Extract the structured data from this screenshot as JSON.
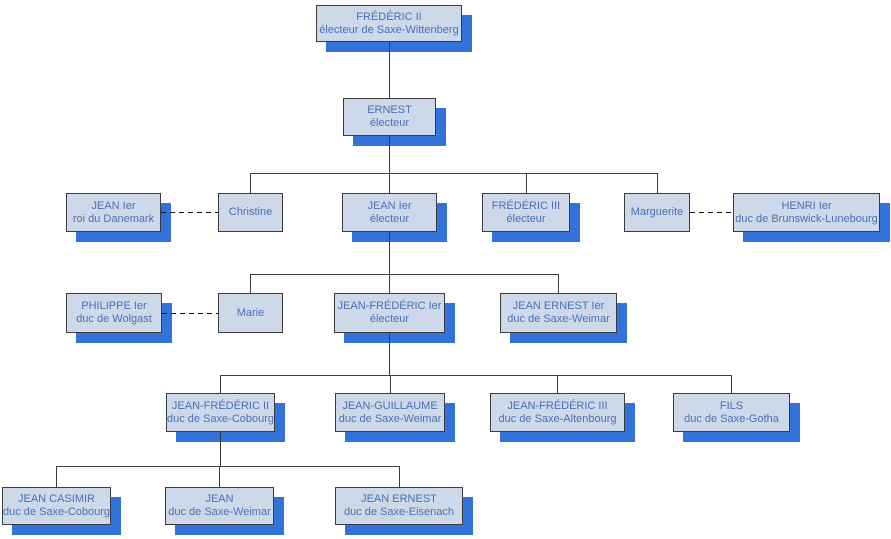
{
  "diagram": {
    "type": "family-tree",
    "language": "fr"
  },
  "colors": {
    "background": "#ffffff",
    "node_fill": "#cdd9e8",
    "node_border": "#3c3c3c",
    "node_text": "#4a70b8",
    "node_shadow": "#3372d8",
    "connector_line": "#3c3c3c",
    "marriage_dash": "#111111"
  },
  "nodes": {
    "frederic_ii": {
      "name": "FRÉDÉRIC II",
      "title": "électeur de Saxe-Wittenberg"
    },
    "ernest": {
      "name": "ERNEST",
      "title": "électeur"
    },
    "jean_ier_danemark": {
      "name": "JEAN Ier",
      "title": "roi du Danemark"
    },
    "christine": {
      "name": "Christine",
      "title": ""
    },
    "jean_ier_electeur": {
      "name": "JEAN Ier",
      "title": "électeur"
    },
    "frederic_iii": {
      "name": "FRÉDÉRIC III",
      "title": "électeur"
    },
    "marguerite": {
      "name": "Marguerite",
      "title": ""
    },
    "henri_ier": {
      "name": "HENRI Ier",
      "title": "duc de Brunswick-Lunebourg"
    },
    "philippe_ier": {
      "name": "PHILIPPE Ier",
      "title": "duc de Wolgast"
    },
    "marie": {
      "name": "Marie",
      "title": ""
    },
    "jean_frederic_ier": {
      "name": "JEAN-FRÉDÉRIC Ier",
      "title": "électeur"
    },
    "jean_ernest_ier": {
      "name": "JEAN ERNEST Ier",
      "title": "duc de Saxe-Weimar"
    },
    "jean_frederic_ii": {
      "name": "JEAN-FRÉDÉRIC II",
      "title": "duc de Saxe-Cobourg"
    },
    "jean_guillaume": {
      "name": "JEAN-GUILLAUME",
      "title": "duc de Saxe-Weimar"
    },
    "jean_frederic_iii": {
      "name": "JEAN-FRÉDÉRIC III",
      "title": "duc de Saxe-Altenbourg"
    },
    "fils": {
      "name": "FILS",
      "title": "duc de Saxe-Gotha"
    },
    "jean_casimir": {
      "name": "JEAN CASIMIR",
      "title": "duc de Saxe-Cobourg"
    },
    "jean": {
      "name": "JEAN",
      "title": "duc de Saxe-Weimar"
    },
    "jean_ernest": {
      "name": "JEAN ERNEST",
      "title": "duc de Saxe-Eisenach"
    }
  },
  "edges": {
    "parent_child": [
      {
        "parent": "FRÉDÉRIC II",
        "children": [
          "ERNEST"
        ]
      },
      {
        "parent": "ERNEST",
        "children": [
          "Christine",
          "JEAN Ier (électeur)",
          "FRÉDÉRIC III",
          "Marguerite"
        ]
      },
      {
        "parent": "JEAN Ier (électeur)",
        "children": [
          "Marie",
          "JEAN-FRÉDÉRIC Ier",
          "JEAN ERNEST Ier"
        ]
      },
      {
        "parent": "JEAN-FRÉDÉRIC Ier",
        "children": [
          "JEAN-FRÉDÉRIC II",
          "JEAN-GUILLAUME",
          "JEAN-FRÉDÉRIC III",
          "FILS"
        ]
      },
      {
        "parent": "JEAN-FRÉDÉRIC II",
        "children": [
          "JEAN CASIMIR",
          "JEAN",
          "JEAN ERNEST"
        ]
      }
    ],
    "marriages": [
      {
        "a": "JEAN Ier (roi du Danemark)",
        "b": "Christine"
      },
      {
        "a": "Marguerite",
        "b": "HENRI Ier"
      },
      {
        "a": "PHILIPPE Ier",
        "b": "Marie"
      }
    ]
  }
}
